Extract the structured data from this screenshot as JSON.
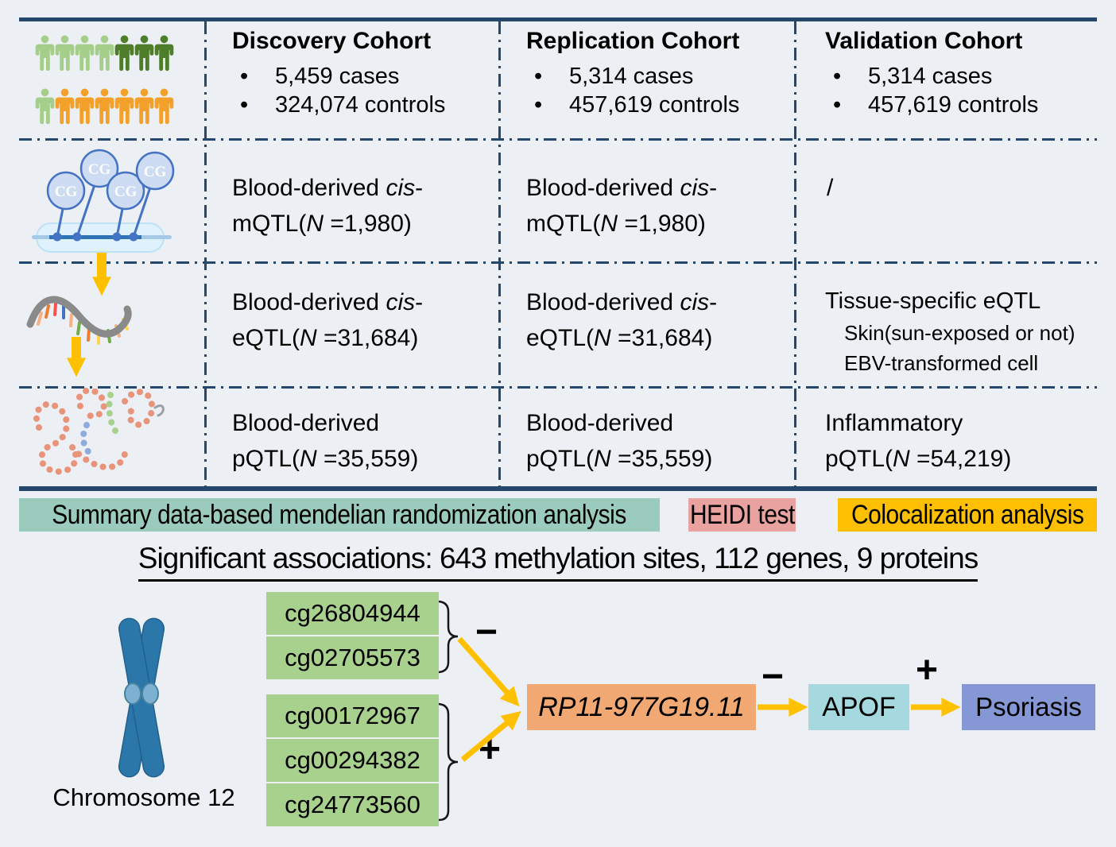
{
  "ui": {
    "bullet": "•"
  },
  "cohort_icon": {
    "palette": {
      "light_green": "#A6CE8B",
      "dark_green": "#4E7E2A",
      "orange": "#F4A12B"
    },
    "rows": [
      [
        "light_green",
        "light_green",
        "light_green",
        "light_green",
        "dark_green",
        "dark_green",
        "dark_green"
      ],
      [
        "light_green",
        "orange",
        "orange",
        "orange",
        "orange",
        "orange",
        "orange"
      ]
    ]
  },
  "cohorts": [
    {
      "title": "Discovery Cohort",
      "cases": "5,459 cases",
      "controls": "324,074 controls"
    },
    {
      "title": "Replication Cohort",
      "cases": "5,314 cases",
      "controls": "457,619 controls"
    },
    {
      "title": "Validation Cohort",
      "cases": "5,314 cases",
      "controls": "457,619 controls"
    }
  ],
  "qtl": {
    "mqtl_l1_pre": "Blood-derived ",
    "mqtl_l1_it": "cis",
    "mqtl_l1_post": "-",
    "mqtl_l2_pre": "mQTL(",
    "mqtl_l2_it": "N",
    "mqtl_l2_post": " =1,980)",
    "mqtl_validation": "/",
    "eqtl_l1_pre": "Blood-derived ",
    "eqtl_l1_it": "cis",
    "eqtl_l1_post": "-",
    "eqtl_l2_pre": "eQTL(",
    "eqtl_l2_it": "N",
    "eqtl_l2_post": " =31,684)",
    "eqtl_validation_title": "Tissue-specific eQTL",
    "eqtl_validation_sub1": "Skin(sun-exposed or not)",
    "eqtl_validation_sub2": "EBV-transformed cell",
    "pqtl_l1": "Blood-derived",
    "pqtl_l2_pre": "pQTL(",
    "pqtl_l2_it": "N",
    "pqtl_l2_post": " =35,559)",
    "pqtl_validation_l1": "Inflammatory",
    "pqtl_validation_l2_pre": "pQTL(",
    "pqtl_validation_l2_it": "N",
    "pqtl_validation_l2_post": " =54,219)"
  },
  "banners": {
    "smr": "Summary data-based mendelian randomization analysis",
    "heidi": "HEIDI test",
    "coloc": "Colocalization analysis"
  },
  "summary_title": "Significant associations: 643 methylation sites, 112 genes, 9 proteins",
  "diagram": {
    "chromosome_label": "Chromosome 12",
    "cpg_group_negative": [
      "cg26804944",
      "cg02705573"
    ],
    "cpg_group_positive": [
      "cg00172967",
      "cg00294382",
      "cg24773560"
    ],
    "gene": "RP11-977G19.11",
    "protein": "APOF",
    "disease": "Psoriasis",
    "sign_negative": "−",
    "sign_positive": "+"
  },
  "colors": {
    "accent_line": "#25476B",
    "banner_smr": "#9ACBBC",
    "banner_heidi": "#E9A2A0",
    "banner_coloc": "#FFC003",
    "cpg_box": "#A9D18E",
    "gene_box": "#F2A873",
    "protein_box": "#A5D8DF",
    "disease_box": "#8598D5",
    "arrow": "#FFC000"
  }
}
